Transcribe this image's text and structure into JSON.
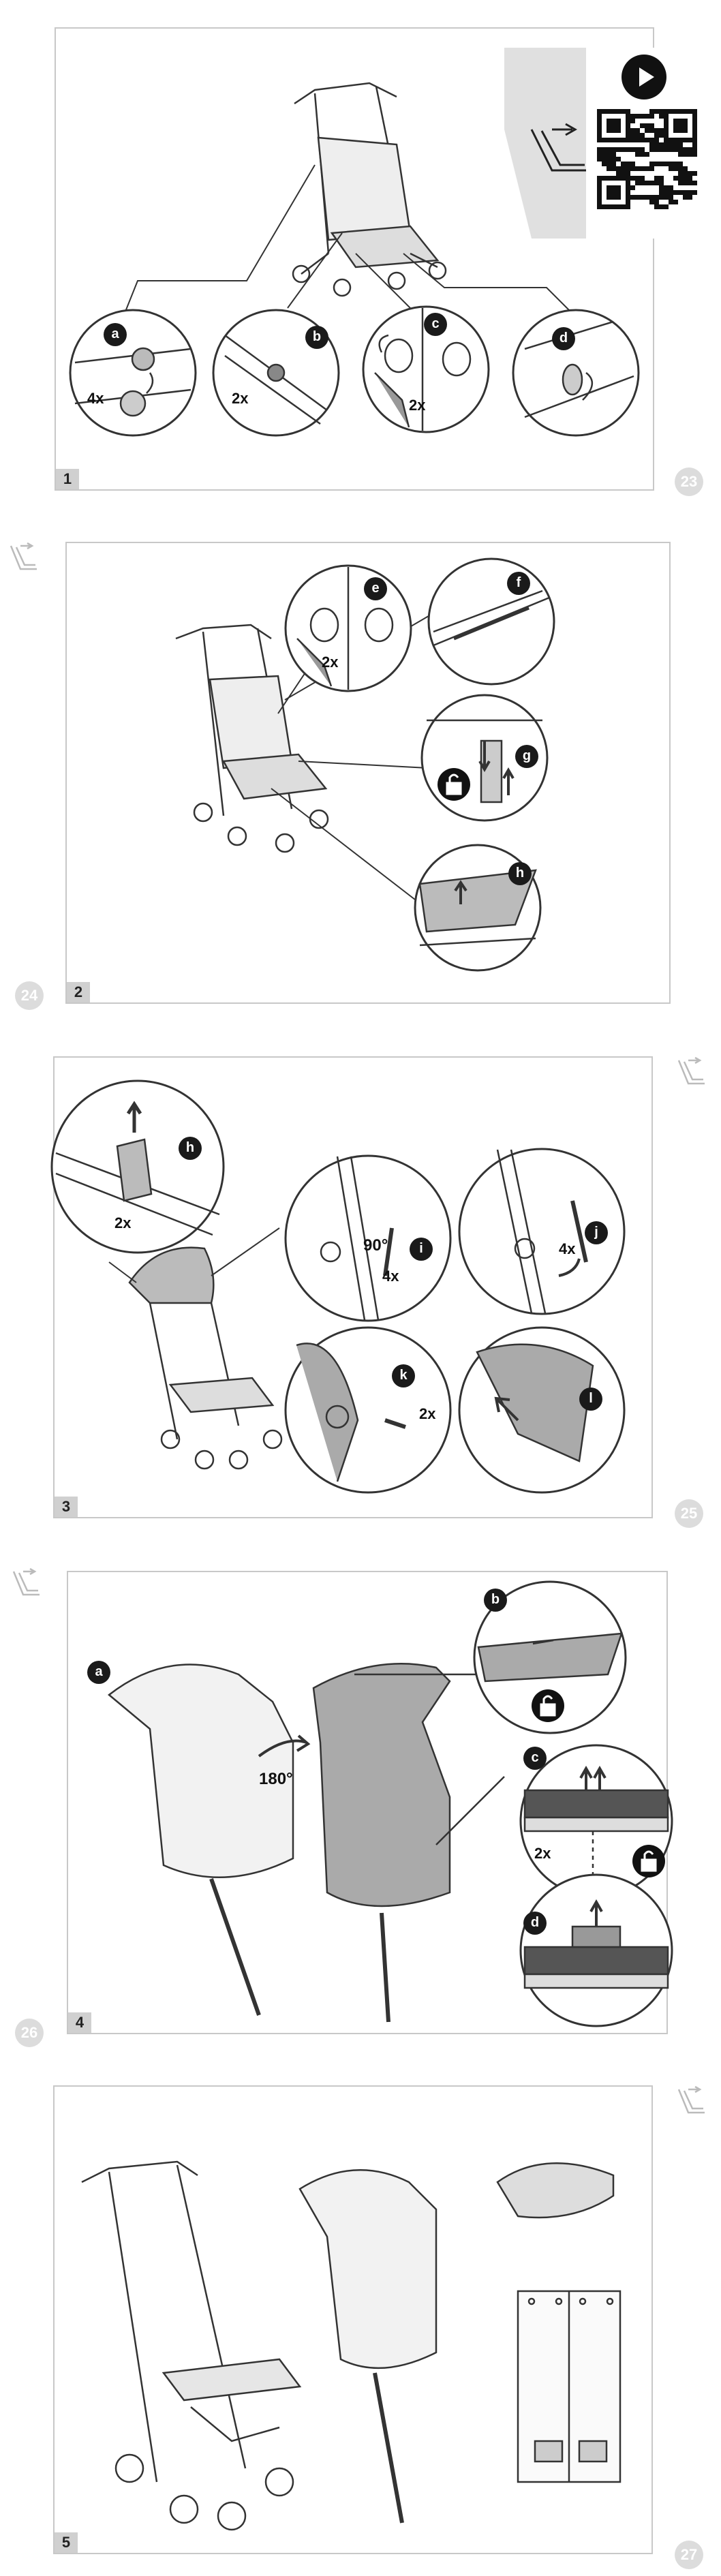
{
  "steps": [
    {
      "label": "1",
      "page": "23",
      "callouts": [
        {
          "letter": "a",
          "mult": "4x"
        },
        {
          "letter": "b",
          "mult": "2x"
        },
        {
          "letter": "c",
          "mult": "2x"
        },
        {
          "letter": "d",
          "mult": ""
        }
      ]
    },
    {
      "label": "2",
      "page": "24",
      "callouts": [
        {
          "letter": "e",
          "mult": "2x"
        },
        {
          "letter": "f",
          "mult": ""
        },
        {
          "letter": "g",
          "mult": ""
        },
        {
          "letter": "h",
          "mult": ""
        }
      ]
    },
    {
      "label": "3",
      "page": "25",
      "callouts": [
        {
          "letter": "h",
          "mult": "2x"
        },
        {
          "letter": "i",
          "mult": "4x",
          "angle": "90°"
        },
        {
          "letter": "j",
          "mult": "4x"
        },
        {
          "letter": "k",
          "mult": "2x"
        },
        {
          "letter": "l",
          "mult": ""
        }
      ]
    },
    {
      "label": "4",
      "page": "26",
      "callouts": [
        {
          "letter": "a",
          "mult": "",
          "angle": "180°"
        },
        {
          "letter": "b",
          "mult": ""
        },
        {
          "letter": "c",
          "mult": "2x"
        },
        {
          "letter": "d",
          "mult": ""
        }
      ]
    },
    {
      "label": "5",
      "page": "27",
      "callouts": []
    }
  ],
  "icons": {
    "video": "play-icon",
    "qr": "qr-code-icon",
    "seat_recline": "seat-recline-icon",
    "lock_open": "unlock-icon"
  },
  "colors": {
    "badge": "#1a1a1a",
    "frame": "#c8c8c8",
    "label_bg": "#d0d0d0",
    "page_circle": "#dcdcdc"
  }
}
